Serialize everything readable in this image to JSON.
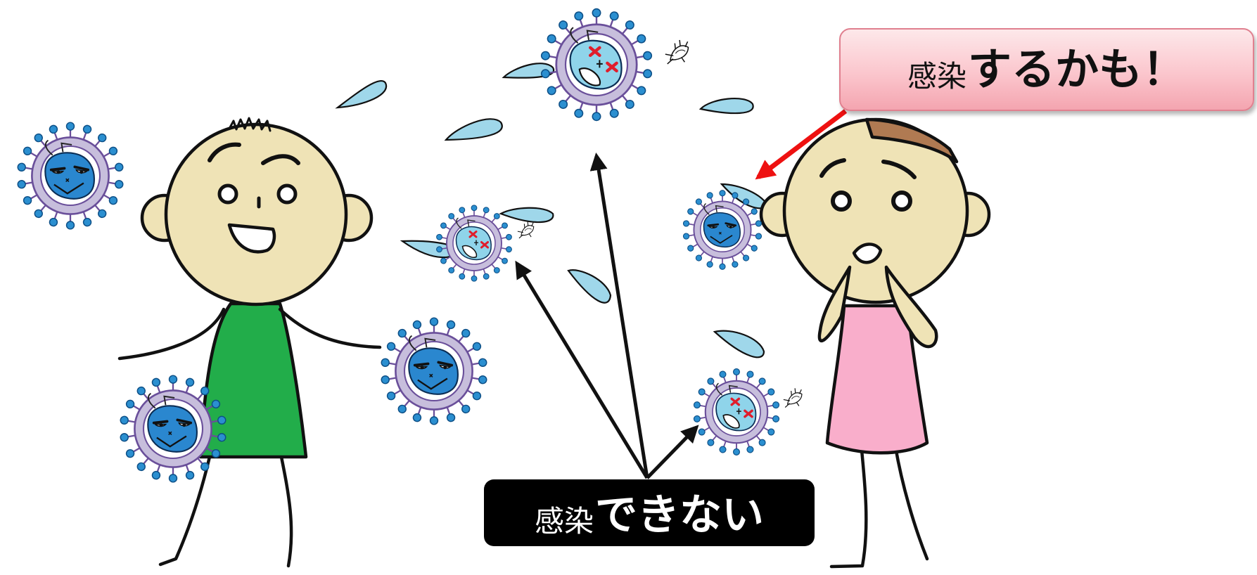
{
  "callout_infect": {
    "prefix": "感染",
    "main": "するかも！"
  },
  "callout_cannot": {
    "prefix": "感染",
    "main": "できない"
  },
  "colors": {
    "skin": "#efe3b6",
    "shirt_green": "#22ad4a",
    "shirt_pink": "#f9aecb",
    "hair_brown": "#b07a52",
    "virus_ring": "#c7bedc",
    "virus_spike": "#2b8fd0",
    "virus_active": "#2a87cf",
    "virus_inactive": "#8fd4ea",
    "droplet": "#9fd7ea",
    "callout_red_arrow": "#ee1111"
  }
}
